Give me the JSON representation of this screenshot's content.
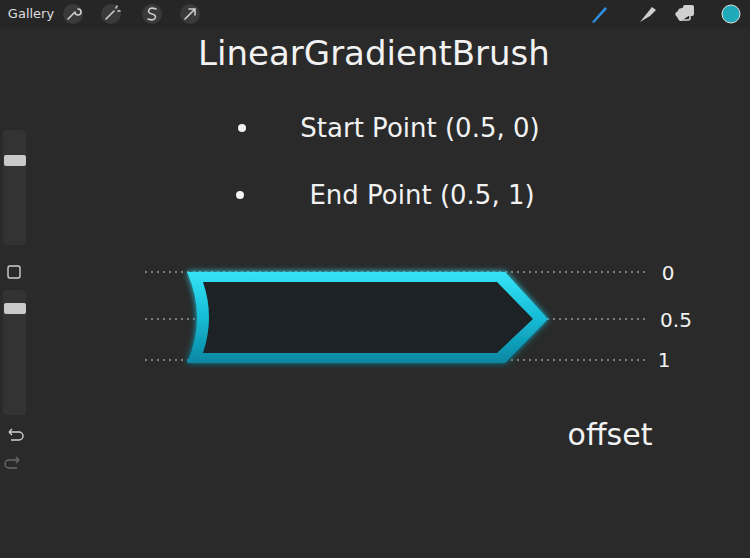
{
  "diagram": {
    "title": "LinearGradientBrush",
    "labels": [
      "Gallery",
      "Start Point (0.5, 0)",
      "End Point (0.5, 1)",
      "0",
      "0.5",
      "1",
      "offset"
    ]
  }
}
